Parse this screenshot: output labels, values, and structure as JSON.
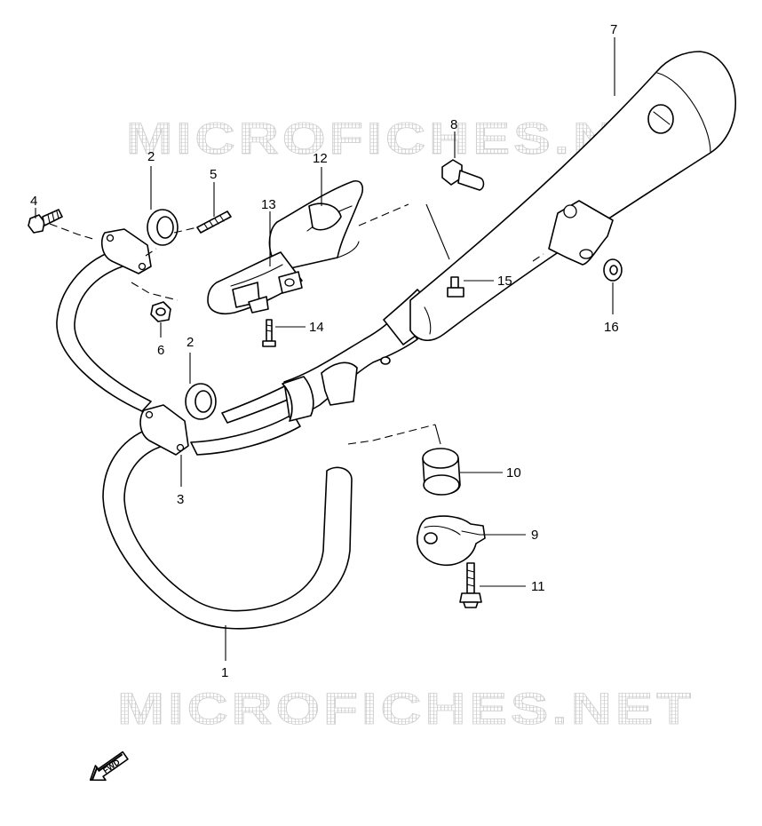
{
  "watermark": {
    "text": "MICROFICHES.NET",
    "color": "#d0d0d0"
  },
  "direction_badge": {
    "text": "FWD"
  },
  "callouts": [
    {
      "id": "part-1",
      "label": "1"
    },
    {
      "id": "part-2a",
      "label": "2"
    },
    {
      "id": "part-2b",
      "label": "2"
    },
    {
      "id": "part-3",
      "label": "3"
    },
    {
      "id": "part-4",
      "label": "4"
    },
    {
      "id": "part-5",
      "label": "5"
    },
    {
      "id": "part-6",
      "label": "6"
    },
    {
      "id": "part-7",
      "label": "7"
    },
    {
      "id": "part-8",
      "label": "8"
    },
    {
      "id": "part-9",
      "label": "9"
    },
    {
      "id": "part-10",
      "label": "10"
    },
    {
      "id": "part-11",
      "label": "11"
    },
    {
      "id": "part-12",
      "label": "12"
    },
    {
      "id": "part-13",
      "label": "13"
    },
    {
      "id": "part-14",
      "label": "14"
    },
    {
      "id": "part-15",
      "label": "15"
    },
    {
      "id": "part-16",
      "label": "16"
    }
  ],
  "colors": {
    "line": "#000000",
    "background": "#ffffff",
    "watermark": "#d0d0d0"
  }
}
